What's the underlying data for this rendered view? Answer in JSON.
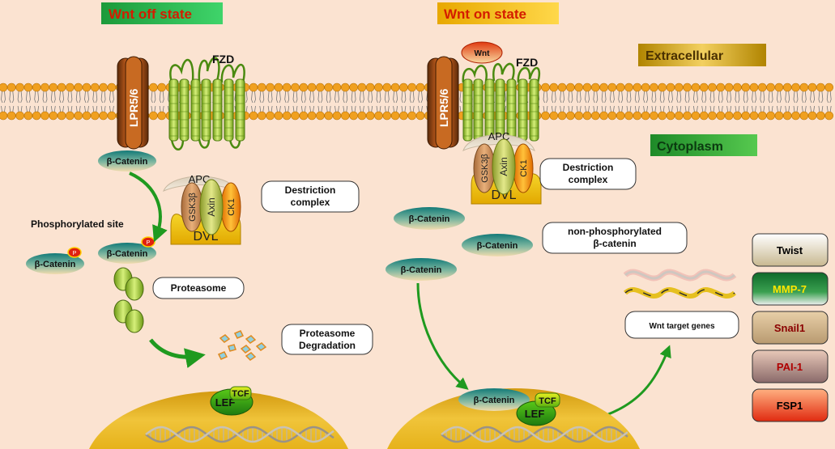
{
  "panels": {
    "off_title": "Wnt off state",
    "on_title": "Wnt on state"
  },
  "regions": {
    "extracellular": "Extracellular",
    "cytoplasm": "Cytoplasm"
  },
  "receptors": {
    "lrp": "LPR5/6",
    "fzd": "FZD",
    "wnt": "Wnt"
  },
  "complex": {
    "apc": "APC",
    "gsk": "GSK3β",
    "axin": "Axin",
    "ck1": "CK1",
    "dvl": "DVL"
  },
  "proteins": {
    "beta_catenin": "β-Catenin",
    "phospho": "P",
    "tcf": "TCF",
    "lef": "LEF"
  },
  "labels": {
    "destruction_complex": [
      "Destriction",
      "complex"
    ],
    "phosphorylated_site": "Phosphorylated site",
    "proteasome": "Proteasome",
    "proteasome_degradation": [
      "Proteasome",
      "Degradation"
    ],
    "non_phosphorylated": [
      "non-phosphorylated",
      "β-catenin"
    ],
    "wnt_target_genes": "Wnt target genes"
  },
  "target_genes": [
    {
      "name": "Twist",
      "color": "#000000"
    },
    {
      "name": "MMP-7",
      "color": "#ffe600"
    },
    {
      "name": "Snail1",
      "color": "#8b0000"
    },
    {
      "name": "PAI-1",
      "color": "#b00000"
    },
    {
      "name": "FSP1",
      "color": "#000000"
    }
  ],
  "colors": {
    "background": "#fbe3d1",
    "lipid_head": "#f0a020",
    "receptor_green": "#a6d13a",
    "arrow_green": "#1f9a1f",
    "nucleus": "#e8b820"
  }
}
